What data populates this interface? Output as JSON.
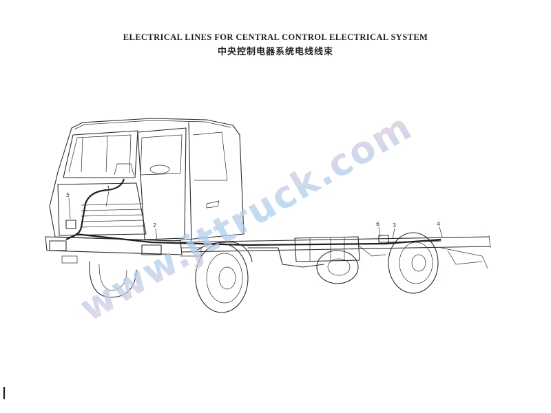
{
  "diagram": {
    "title_en": "ELECTRICAL LINES FOR CENTRAL CONTROL ELECTRICAL SYSTEM",
    "title_zh": "中央控制电器系统电线线束",
    "callouts": [
      "1",
      "2",
      "3",
      "4",
      "5",
      "6"
    ],
    "watermark": "www.jttruck.com"
  }
}
